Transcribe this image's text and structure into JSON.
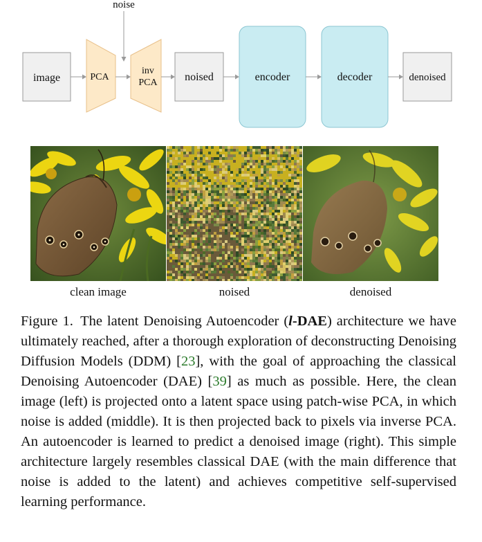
{
  "diagram": {
    "noise_label": "noise",
    "image_label": "image",
    "pca_label": "PCA",
    "inv_label": "inv",
    "inv_pca_label": "PCA",
    "noised_label": "noised",
    "encoder_label": "encoder",
    "decoder_label": "decoder",
    "denoised_label": "denoised",
    "colors": {
      "pca_fill": "#fde9c8",
      "net_fill": "#c9ecf2",
      "box_fill": "#f0f0f0"
    }
  },
  "images": {
    "clean_label": "clean image",
    "noised_label": "noised",
    "denoised_label": "denoised"
  },
  "caption": {
    "figure_num": "Figure 1.",
    "text_a": "The latent Denoising Autoencoder (",
    "model_italic": "l",
    "model_rest": "-DAE",
    "text_b": ") architecture we have ultimately reached, after a thorough exploration of deconstructing Denoising Diffusion Models (DDM) [",
    "cite1": "23",
    "text_c": "], with the goal of approaching the classical Denoising Autoencoder (DAE) [",
    "cite2": "39",
    "text_d": "] as much as possible. Here, the clean image (left) is projected onto a latent space using patch-wise PCA, in which noise is added (middle). It is then projected back to pixels via inverse PCA. An autoencoder is learned to predict a denoised image (right). This simple architecture largely resembles classical DAE (with the main difference that noise is added to the latent) and achieves competitive self-supervised learning performance."
  }
}
